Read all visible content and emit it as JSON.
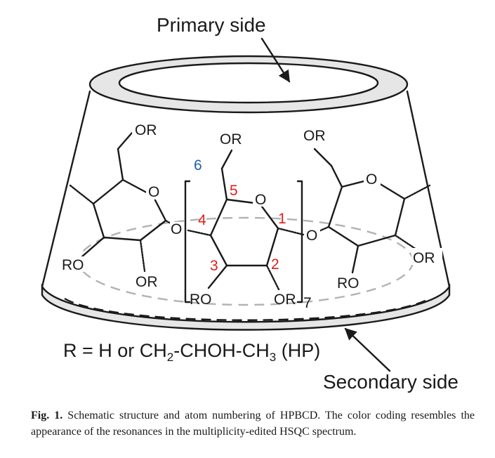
{
  "labels": {
    "primary_side": "Primary side",
    "secondary_side": "Secondary side",
    "or": "OR",
    "ro": "RO",
    "o": "O",
    "repeat_count": "7",
    "n1": "1",
    "n2": "2",
    "n3": "3",
    "n4": "4",
    "n5": "5",
    "n6": "6"
  },
  "formula": {
    "prefix": "R = H or CH",
    "sub1": "2",
    "mid": "-CHOH-CH",
    "sub2": "3",
    "suffix": " (HP)"
  },
  "caption": {
    "label": "Fig. 1.",
    "text": " Schematic structure and atom numbering of HPBCD. The color coding resembles the appearance of the resonances in the multiplicity-edited HSQC spectrum."
  },
  "colors": {
    "ink": "#1a1a1a",
    "red": "#e0201b",
    "blue": "#1f5fb0",
    "rim_fill": "#e6e6e6",
    "dashed_ellipse": "#b3b3b3"
  }
}
